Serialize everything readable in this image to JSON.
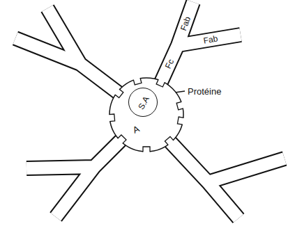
{
  "diagram": {
    "nodes": [
      {
        "text": [
          "A"
        ]
      },
      {
        "text": [
          "S.A"
        ],
        "in": 0
      }
    ],
    "labels": [
      "Protéine",
      "Fc",
      "Fab",
      "Fab"
    ]
  }
}
